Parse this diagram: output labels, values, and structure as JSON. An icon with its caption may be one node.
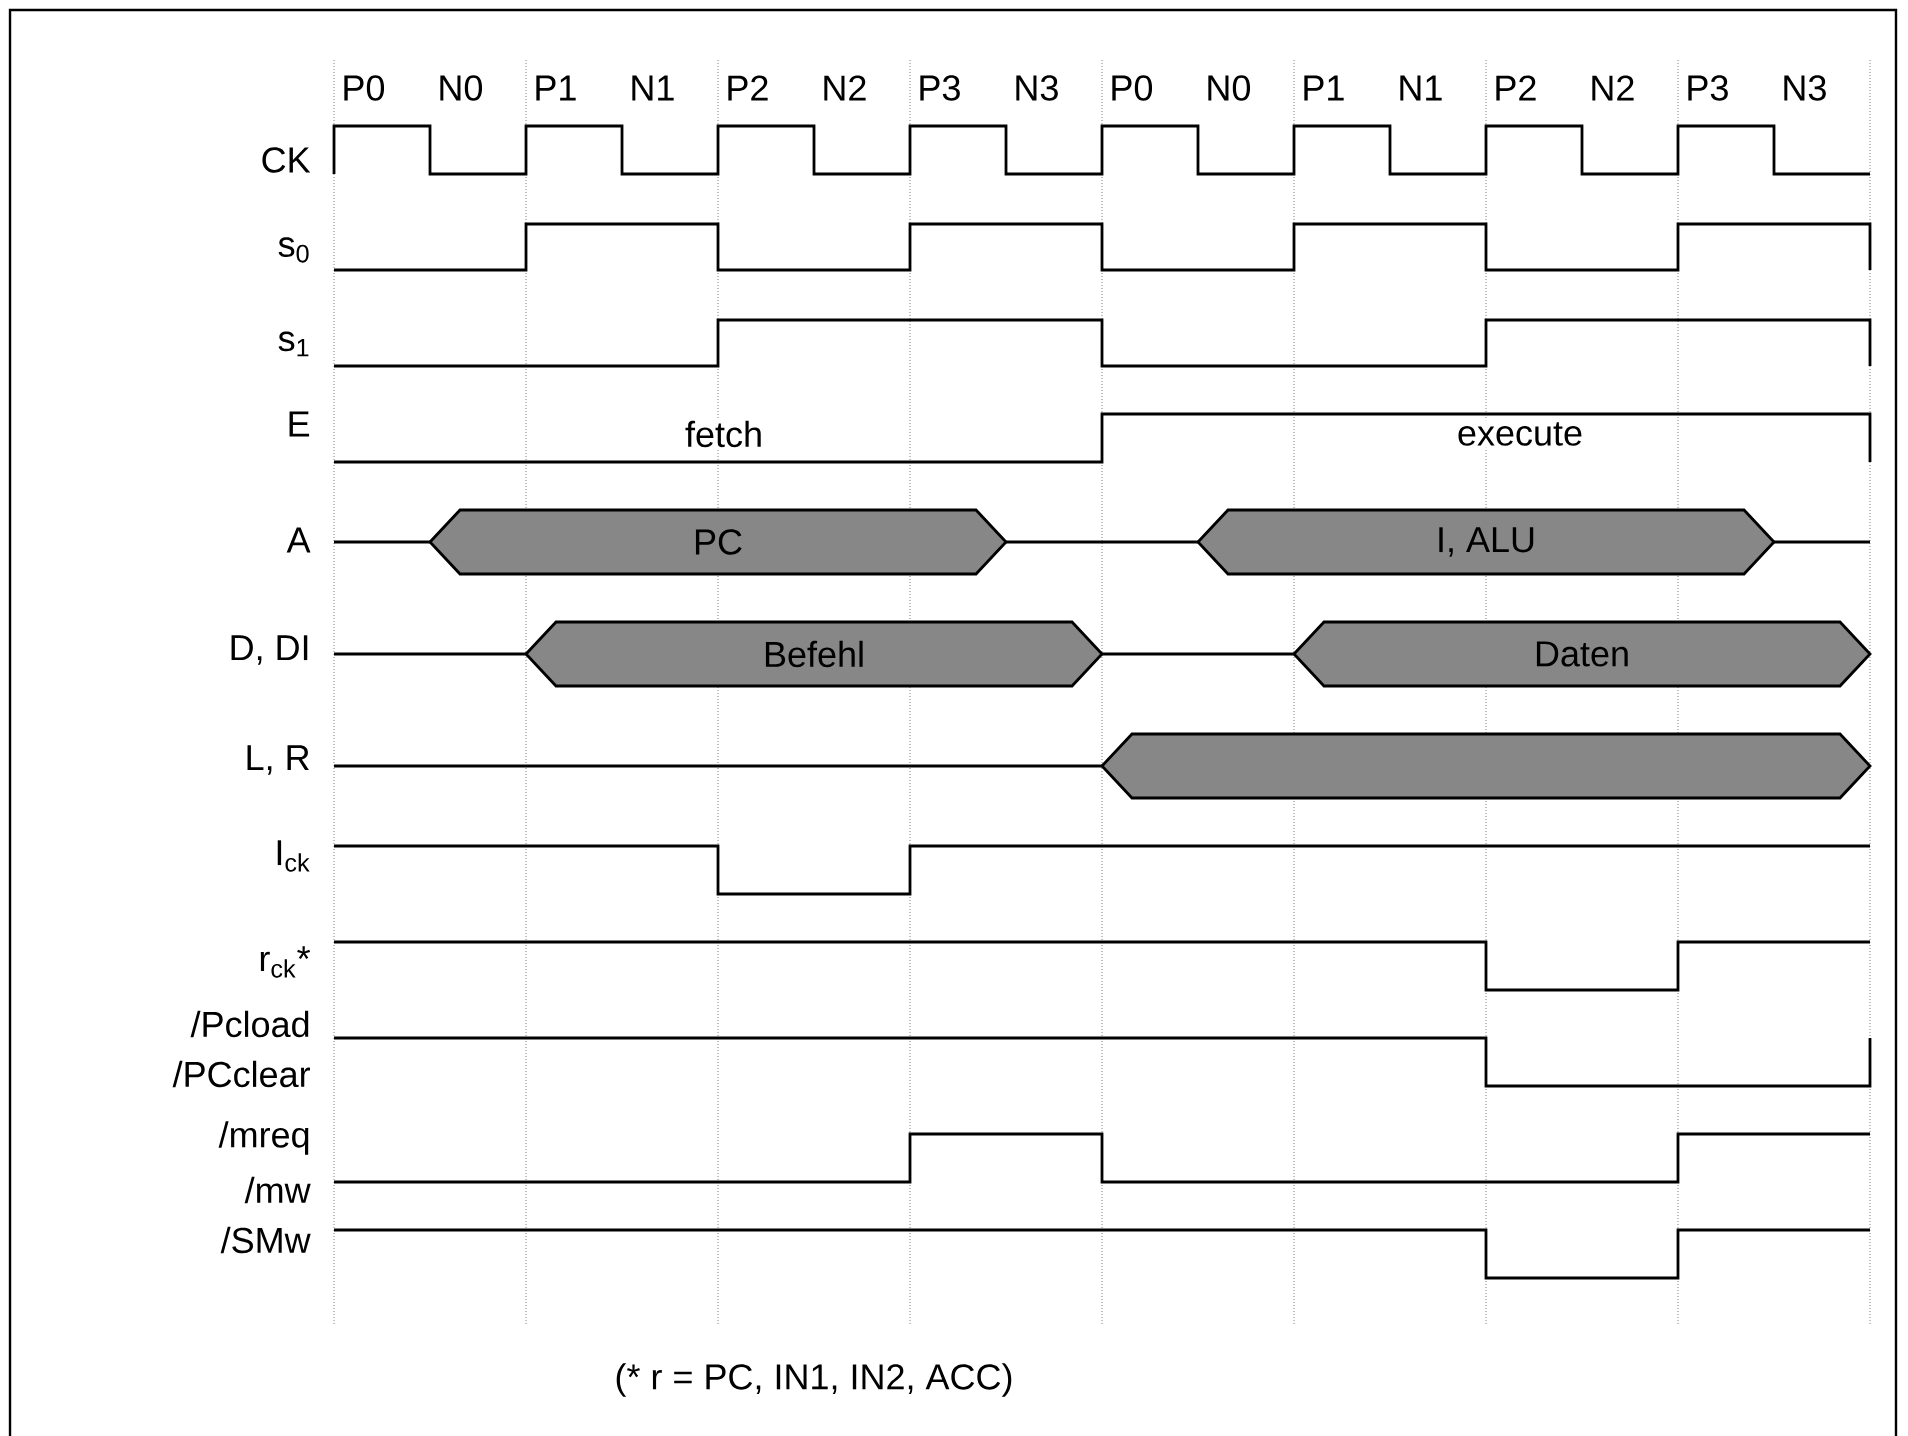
{
  "diagram": {
    "caption": "(* r = PC, IN1, IN2, ACC)",
    "nodes": [
      {
        "text": [
          "PC"
        ]
      },
      {
        "text": [
          "I, ALU"
        ]
      },
      {
        "text": [
          "Befehl"
        ]
      },
      {
        "text": [
          "Daten"
        ]
      },
      {
        "text": [],
        "shape": "hexagon"
      }
    ],
    "labels": [
      "P0",
      "N0",
      "P1",
      "N1",
      "P2",
      "N2",
      "P3",
      "N3",
      "P0",
      "N0",
      "P1",
      "N1",
      "P2",
      "N2",
      "P3",
      "N3",
      "CK",
      "s$_{0}$",
      "s$_{1}$",
      "E",
      "fetch",
      "execute",
      "A",
      "D, DI",
      "L, R",
      "I$_{ck}$",
      "r$_{ck}$*",
      "/Pcload",
      "/PCclear",
      "/mreq",
      "/mw",
      "/SMw"
    ]
  }
}
